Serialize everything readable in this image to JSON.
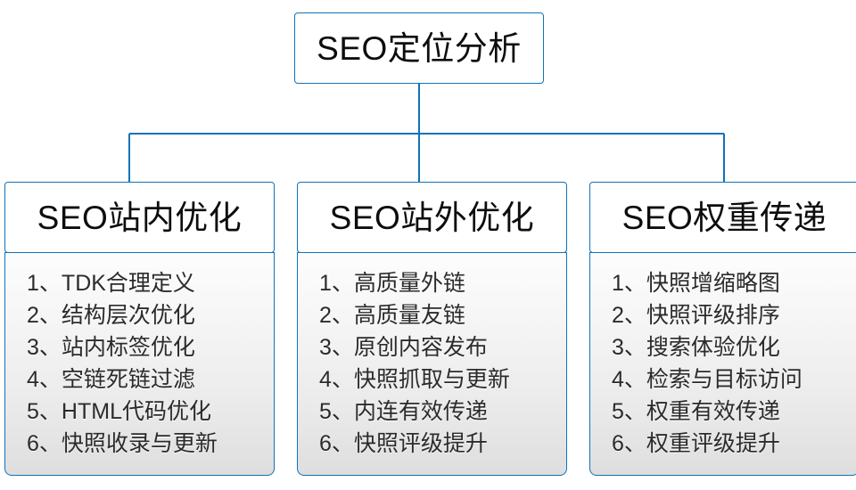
{
  "diagram": {
    "type": "org-chart",
    "root": {
      "title": "SEO定位分析"
    },
    "accent_color": "#1072BA",
    "branch_separator": "、",
    "branches": [
      {
        "title": "SEO站内优化",
        "items": [
          {
            "num": "1",
            "text": "TDK合理定义"
          },
          {
            "num": "2",
            "text": "结构层次优化"
          },
          {
            "num": "3",
            "text": "站内标签优化"
          },
          {
            "num": "4",
            "text": "空链死链过滤"
          },
          {
            "num": "5",
            "text": "HTML代码优化"
          },
          {
            "num": "6",
            "text": "快照收录与更新"
          }
        ]
      },
      {
        "title": "SEO站外优化",
        "items": [
          {
            "num": "1",
            "text": "高质量外链"
          },
          {
            "num": "2",
            "text": "高质量友链"
          },
          {
            "num": "3",
            "text": "原创内容发布"
          },
          {
            "num": "4",
            "text": "快照抓取与更新"
          },
          {
            "num": "5",
            "text": "内连有效传递"
          },
          {
            "num": "6",
            "text": "快照评级提升"
          }
        ]
      },
      {
        "title": "SEO权重传递",
        "items": [
          {
            "num": "1",
            "text": "快照增缩略图"
          },
          {
            "num": "2",
            "text": "快照评级排序"
          },
          {
            "num": "3",
            "text": "搜索体验优化"
          },
          {
            "num": "4",
            "text": "检索与目标访问"
          },
          {
            "num": "5",
            "text": "权重有效传递"
          },
          {
            "num": "6",
            "text": "权重评级提升"
          }
        ]
      }
    ]
  }
}
